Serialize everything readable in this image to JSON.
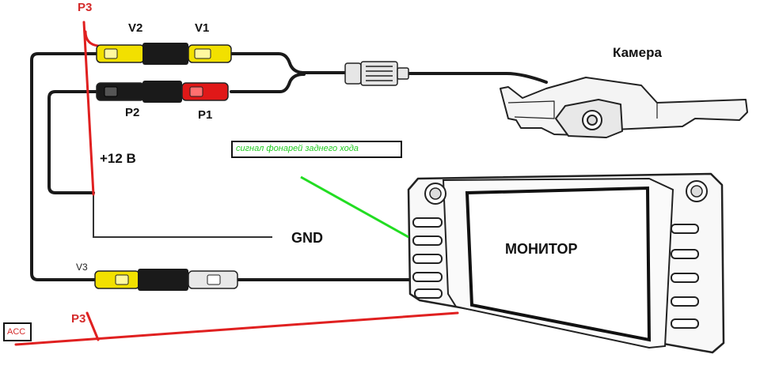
{
  "labels": {
    "p3_top": "P3",
    "v2": "V2",
    "v1": "V1",
    "p2": "P2",
    "p1": "P1",
    "plus12": "+12 В",
    "gnd": "GND",
    "v3": "V3",
    "p3_bottom": "P3",
    "acc": "ACC",
    "camera": "Камера",
    "monitor": "МОНИТОР",
    "signal": "сигнал фонарей заднего хода"
  },
  "colors": {
    "wire": "#1a1a1a",
    "power_wire": "#e02020",
    "signal_line": "#22dd22",
    "signal_text": "#22cc22",
    "rca_yellow": "#f2e000",
    "rca_red": "#e01818",
    "rca_white": "#e8e8e8",
    "label_red": "#d42a2a"
  }
}
